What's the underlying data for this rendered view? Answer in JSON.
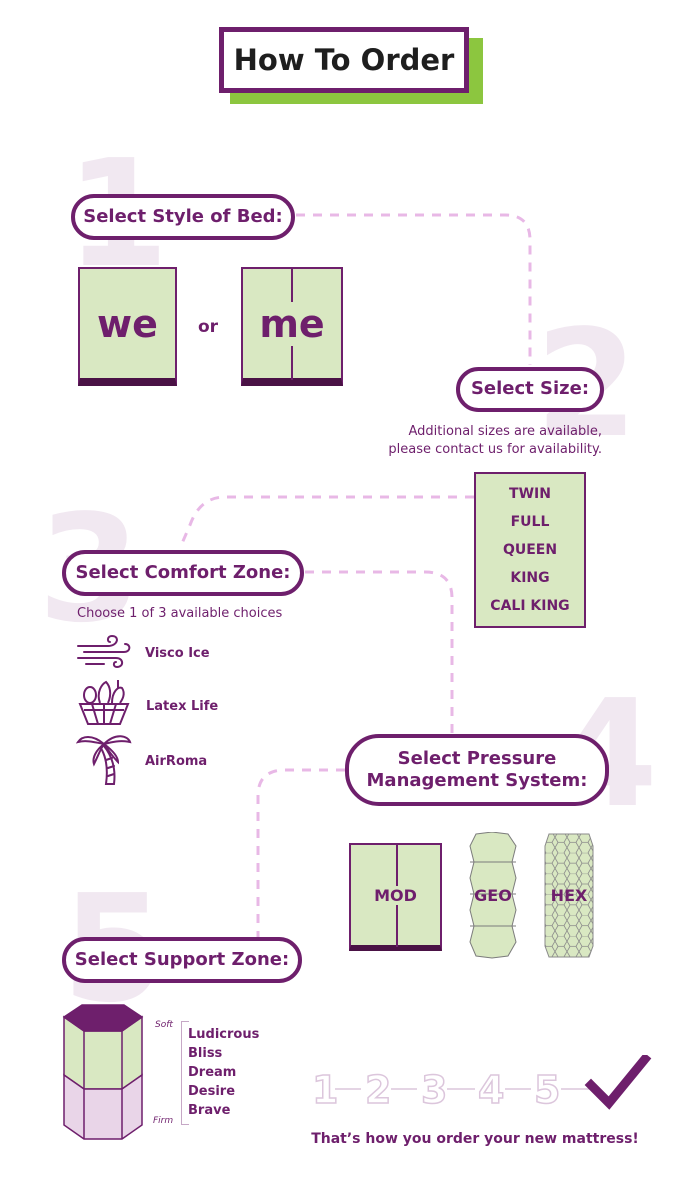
{
  "title": "How To Order",
  "steps": {
    "step1": {
      "number": "1",
      "label": "Select Style of Bed:"
    },
    "step2": {
      "number": "2",
      "label": "Select Size:"
    },
    "step3": {
      "number": "3",
      "label": "Select Comfort Zone:"
    },
    "step4": {
      "number": "4",
      "label": "Select Pressure Management System:"
    },
    "step5": {
      "number": "5",
      "label": "Select Support Zone:"
    }
  },
  "bed_styles": {
    "we": "we",
    "or": "or",
    "me": "me"
  },
  "size_note": {
    "line1": "Additional sizes are available,",
    "line2": "please contact us for availability."
  },
  "sizes": [
    "TWIN",
    "FULL",
    "QUEEN",
    "KING",
    "CALI KING"
  ],
  "comfort": {
    "subtitle": "Choose 1 of 3 available choices",
    "options": [
      {
        "label": "Visco Ice",
        "icon": "wind-icon"
      },
      {
        "label": "Latex Life",
        "icon": "plant-basket-icon"
      },
      {
        "label": "AirRoma",
        "icon": "palm-tree-icon"
      }
    ]
  },
  "pressure": [
    "MOD",
    "GEO",
    "HEX"
  ],
  "support": {
    "soft": "Soft",
    "firm": "Firm",
    "levels": [
      "Ludicrous",
      "Bliss",
      "Dream",
      "Desire",
      "Brave"
    ]
  },
  "progress": [
    "1",
    "2",
    "3",
    "4",
    "5"
  ],
  "final_text": "That’s how you order your new mattress!",
  "colors": {
    "purple": "#6e1f6c",
    "green": "#8cc63f",
    "light_green": "#d9e8c2",
    "dash_pink": "#e8b8e6",
    "faint_number": "#f1e8f1"
  }
}
